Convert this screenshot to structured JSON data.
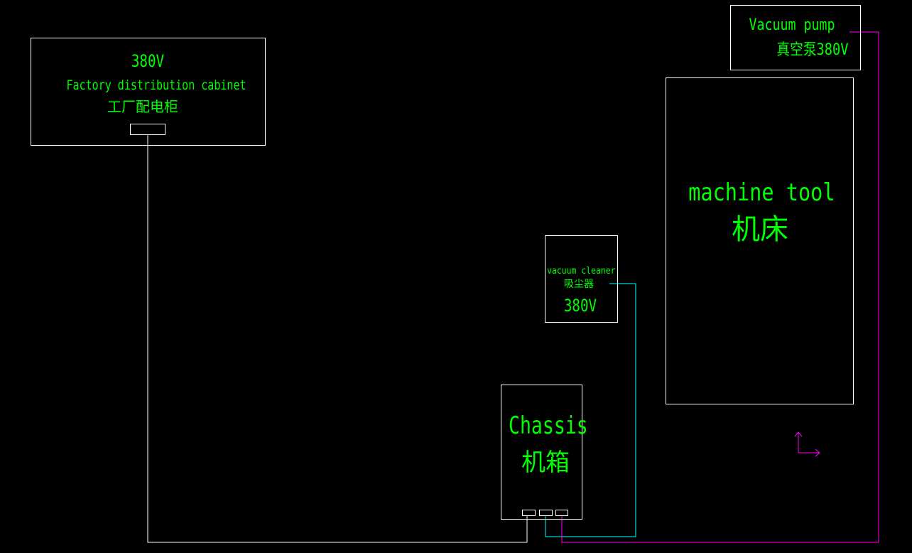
{
  "colors": {
    "background": "#000000",
    "outline": "#ffffff",
    "text": "#00ff00",
    "vacuum_cleaner_wire": "#00ffff",
    "vacuum_pump_wire": "#ff00ff",
    "axis_indicator": "#ff00ff"
  },
  "distribution_cabinet": {
    "voltage": "380V",
    "name_en": "Factory distribution cabinet",
    "name_zh": "工厂配电柜"
  },
  "vacuum_pump": {
    "name_en": "Vacuum pump",
    "name_zh_voltage": "真空泵380V"
  },
  "machine_tool": {
    "name_en": "machine tool",
    "name_zh": "机床"
  },
  "vacuum_cleaner": {
    "name_en": "vacuum cleaner",
    "name_zh": "吸尘器",
    "voltage": "380V"
  },
  "chassis": {
    "name_en": "Chassis",
    "name_zh": "机箱"
  }
}
